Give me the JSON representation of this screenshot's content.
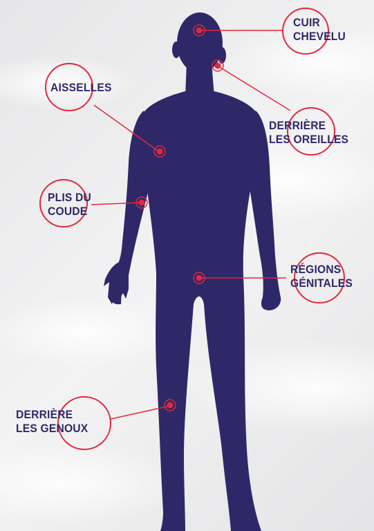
{
  "colors": {
    "silhouette": "#2e2868",
    "accent": "#e0283e",
    "label_text": "#2e2868",
    "background": "#eeeeef"
  },
  "labels": {
    "scalp": "CUIR\nCHEVELU",
    "behind_ears": "DERRIÈRE\nLES OREILLES",
    "armpits": "AISSELLES",
    "elbow_folds": "PLIS DU\nCOUDE",
    "genital_regions": "RÉGIONS\nGÉNITALES",
    "behind_knees": "DERRIÈRE\nLES GENOUX"
  }
}
